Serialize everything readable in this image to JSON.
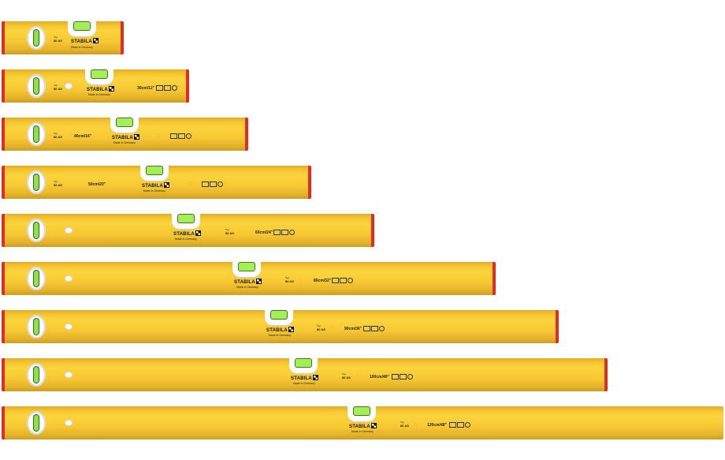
{
  "brand": {
    "name": "STABILA",
    "made_in": "Made in Germany",
    "model_label": "Typ",
    "model": "80 AS"
  },
  "colors": {
    "body": "#f6c632",
    "end_caps": "#e32d22",
    "vial_fluid": "#a6ee55"
  },
  "icons": [
    "flag-logo-icon",
    "vertical-vial-icon",
    "horizontal-vial-icon",
    "hang-hole-icon",
    "certification-mark-icon"
  ],
  "levels": [
    {
      "id": "30cm",
      "size_label": ""
    },
    {
      "id": "30cm-12in",
      "size_label": "30cm/12\""
    },
    {
      "id": "40cm",
      "size_label": "40cm/16\""
    },
    {
      "id": "50cm",
      "size_label": "50cm/20\""
    },
    {
      "id": "60cm",
      "size_label": "60cm/24\""
    },
    {
      "id": "80cm",
      "size_label": "80cm/32\""
    },
    {
      "id": "90cm",
      "size_label": "90cm/36\""
    },
    {
      "id": "100cm",
      "size_label": "100cm/40\""
    },
    {
      "id": "120cm",
      "size_label": "120cm/48\""
    }
  ]
}
